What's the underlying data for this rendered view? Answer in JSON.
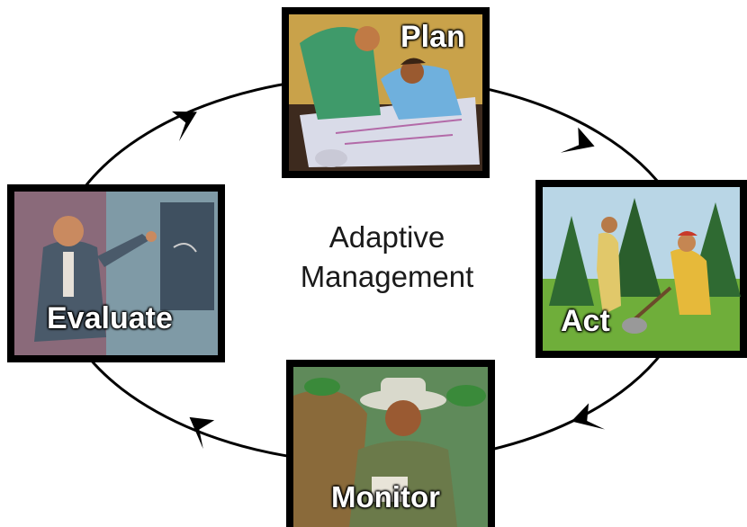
{
  "center": {
    "line1": "Adaptive",
    "line2": "Management"
  },
  "stages": {
    "plan": {
      "label": "Plan"
    },
    "act": {
      "label": "Act"
    },
    "monitor": {
      "label": "Monitor"
    },
    "evaluate": {
      "label": "Evaluate"
    }
  },
  "colors": {
    "cycle_line": "#000000",
    "panel_frame": "#000000",
    "label_text": "#ffffff"
  },
  "icons": {
    "arrowheads": "chevron-arrow-icon"
  }
}
